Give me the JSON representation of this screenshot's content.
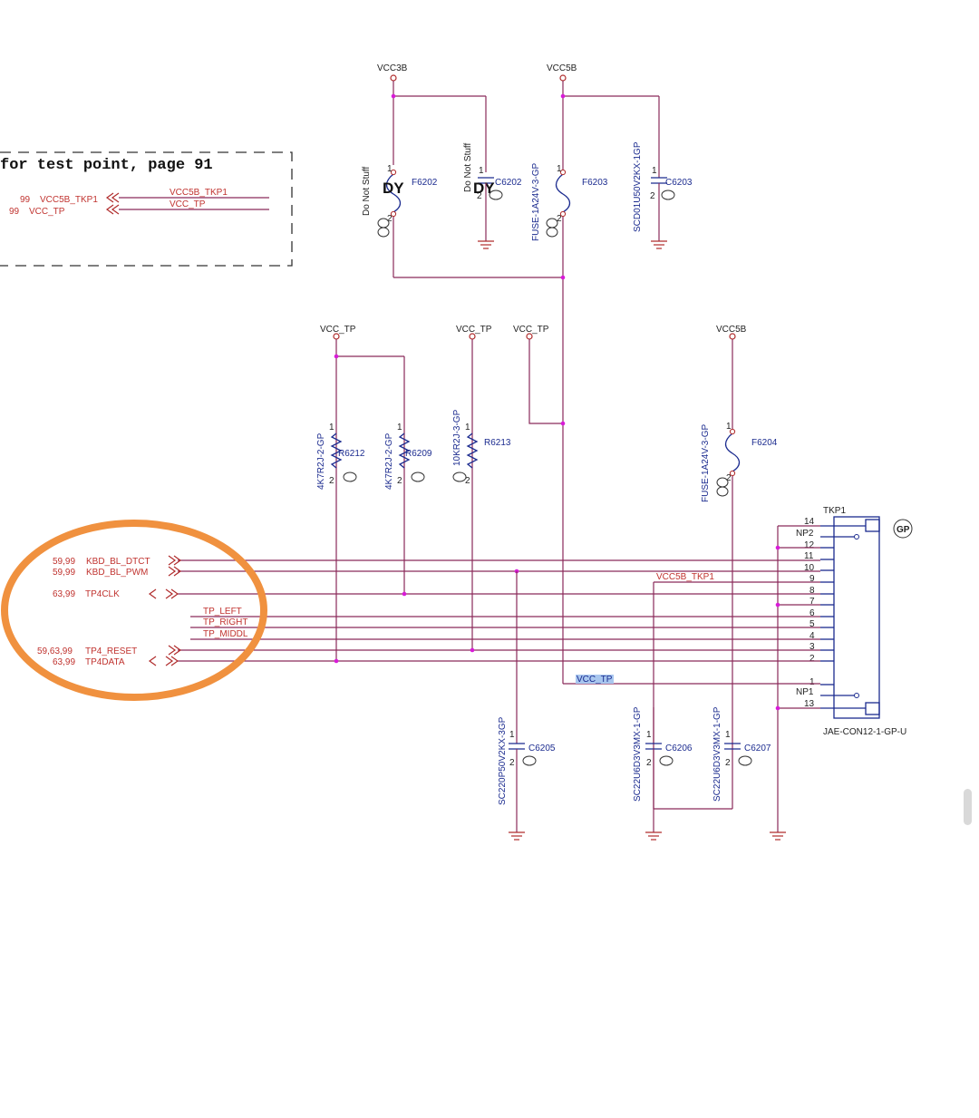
{
  "note": {
    "text": "for test point, page 91",
    "nets": [
      {
        "page": "99",
        "name": "VCC5B_TKP1",
        "wire": "VCC5B_TKP1"
      },
      {
        "page": "99",
        "name": "VCC_TP",
        "wire": "VCC_TP"
      }
    ]
  },
  "power_rails": {
    "vcc3b": "VCC3B",
    "vcc5b_top": "VCC5B",
    "vcc_tp_a": "VCC_TP",
    "vcc_tp_b": "VCC_TP",
    "vcc_tp_c": "VCC_TP",
    "vcc5b_right": "VCC5B"
  },
  "components": {
    "F6202": {
      "ref": "F6202",
      "value": "Do Not Stuff",
      "badge": "DY"
    },
    "C6202": {
      "ref": "C6202",
      "value": "Do Not Stuff",
      "badge": "DY"
    },
    "F6203": {
      "ref": "F6203",
      "value": "FUSE-1A24V-3-GP"
    },
    "C6203": {
      "ref": "C6203",
      "value": "SCD01U50V2KX-1GP"
    },
    "R6212": {
      "ref": "R6212",
      "value": "4K7R2J-2-GP"
    },
    "R6209": {
      "ref": "R6209",
      "value": "4K7R2J-2-GP"
    },
    "R6213": {
      "ref": "R6213",
      "value": "10KR2J-3-GP"
    },
    "F6204": {
      "ref": "F6204",
      "value": "FUSE-1A24V-3-GP"
    },
    "C6205": {
      "ref": "C6205",
      "value": "SC220P50V2KX-3GP"
    },
    "C6206": {
      "ref": "C6206",
      "value": "SC22U6D3V3MX-1-GP"
    },
    "C6207": {
      "ref": "C6207",
      "value": "SC22U6D3V3MX-1-GP"
    }
  },
  "pin_labels": {
    "one": "1",
    "two": "2"
  },
  "gp_mark": "GP",
  "connector": {
    "ref": "TKP1",
    "part": "JAE-CON12-1-GP-U",
    "pins": [
      "14",
      "NP2",
      "12",
      "11",
      "10",
      "9",
      "8",
      "7",
      "6",
      "5",
      "4",
      "3",
      "2",
      "1",
      "NP1",
      "13"
    ]
  },
  "signals": [
    {
      "pages": "59,99",
      "name": "KBD_BL_DTCT"
    },
    {
      "pages": "59,99",
      "name": "KBD_BL_PWM"
    },
    {
      "pages": "63,99",
      "name": "TP4CLK"
    },
    {
      "pages": "",
      "name": "TP_LEFT"
    },
    {
      "pages": "",
      "name": "TP_RIGHT"
    },
    {
      "pages": "",
      "name": "TP_MIDDL"
    },
    {
      "pages": "59,63,99",
      "name": "TP4_RESET"
    },
    {
      "pages": "63,99",
      "name": "TP4DATA"
    }
  ],
  "net_labels": {
    "vcc5b_tkp1": "VCC5B_TKP1",
    "vcc_tp_pin1": "VCC_TP"
  },
  "colors": {
    "annotation": "#f0913f",
    "wire": "#8a2a5a",
    "component": "#1b2b8f",
    "power": "#c0332f"
  }
}
